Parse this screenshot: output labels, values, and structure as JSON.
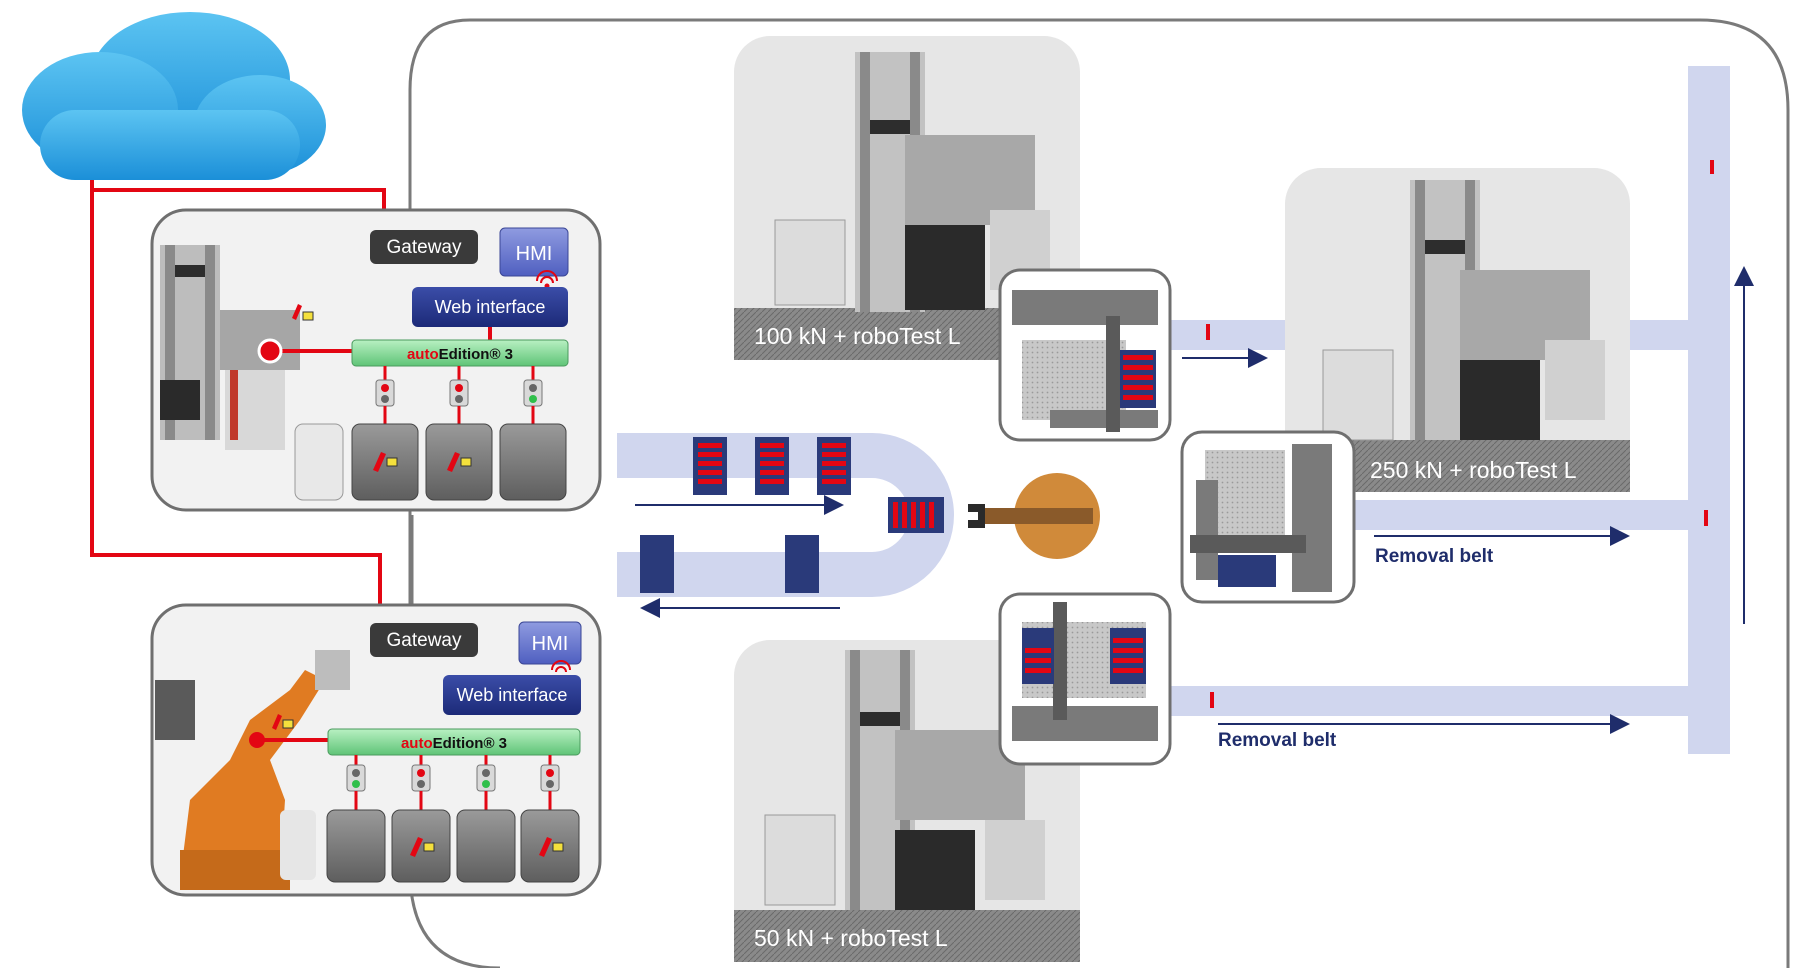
{
  "cell_top": {
    "gateway": "Gateway",
    "hmi": "HMI",
    "web_interface": "Web interface",
    "auto_edition_prefix": "auto",
    "auto_edition_suffix": "Edition® 3"
  },
  "cell_bottom": {
    "gateway": "Gateway",
    "hmi": "HMI",
    "web_interface": "Web interface",
    "auto_edition_prefix": "auto",
    "auto_edition_suffix": "Edition® 3"
  },
  "machines": {
    "m100": "100 kN + roboTest L",
    "m250": "250 kN + roboTest L",
    "m50": "50 kN + roboTest L"
  },
  "belts": {
    "removal_upper": "Removal belt",
    "removal_lower": "Removal belt"
  },
  "colors": {
    "signal_red": "#e30613",
    "belt_blue": "#d0d6ee",
    "navy": "#1f2d6b",
    "cloud": "#2fa8e8",
    "green_bar": "#8fdc9e"
  }
}
